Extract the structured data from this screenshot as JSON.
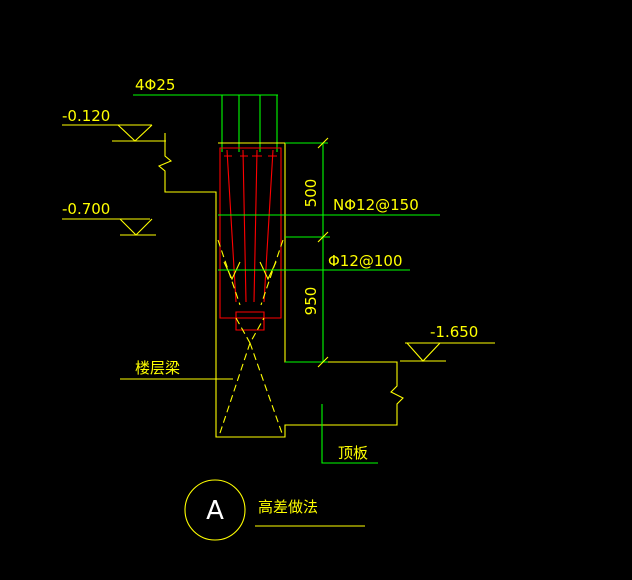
{
  "colors": {
    "background": "#000000",
    "annotation": "#ffff00",
    "leader": "#00ff00",
    "rebar": "#ff0000",
    "marker_letter": "#ffffff"
  },
  "drawing": {
    "rebar_label_top": "4Φ25",
    "level_1": "-0.120",
    "level_2": "-0.700",
    "level_3": "-1.650",
    "dim_upper": "500",
    "dim_lower": "950",
    "stirrup_label_upper": "NΦ12@150",
    "stirrup_label_lower": "Φ12@100",
    "beam_label": "楼层梁",
    "slab_label": "顶板",
    "detail_marker": "A",
    "detail_title": "高差做法"
  }
}
